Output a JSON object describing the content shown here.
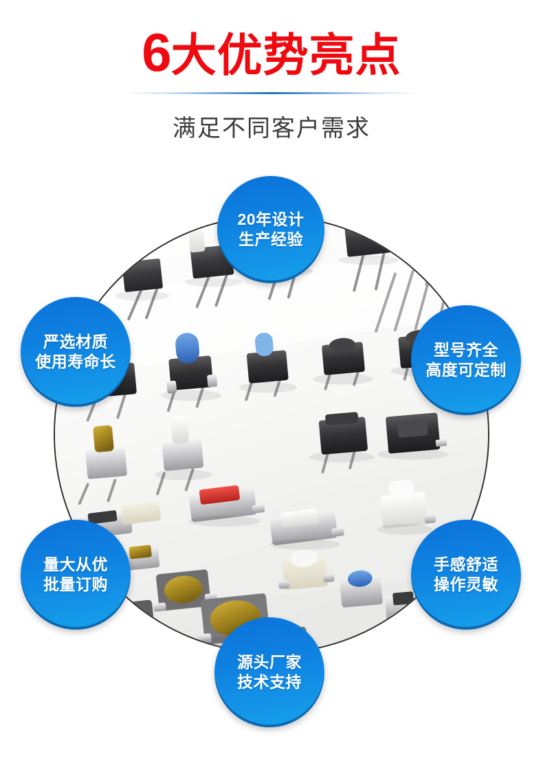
{
  "header": {
    "title_number": "6",
    "title_rest": "大优势亮点",
    "title_full": "6大优势亮点",
    "subtitle": "满足不同客户需求",
    "title_color": "#ee0a10",
    "subtitle_color": "#3b3b3d",
    "divider_color": "#1a73c4"
  },
  "photo": {
    "alt_description": "白色背景上排列的多种轻触开关样品",
    "shape": "circle",
    "border_color": "#2b2b2b"
  },
  "badges": {
    "accent_top": "#0b71d9",
    "accent_bottom": "#17a2ec",
    "text_color": "#ffffff",
    "items": [
      {
        "id": "experience",
        "line1": "20年设计",
        "line2": "生产经验",
        "position": "top"
      },
      {
        "id": "materials",
        "line1": "严选材质",
        "line2": "使用寿命长",
        "position": "left-upper"
      },
      {
        "id": "models",
        "line1": "型号齐全",
        "line2": "高度可定制",
        "position": "right-upper"
      },
      {
        "id": "bulk-order",
        "line1": "量大从优",
        "line2": "批量订购",
        "position": "left-lower"
      },
      {
        "id": "feel",
        "line1": "手感舒适",
        "line2": "操作灵敏",
        "position": "right-lower"
      },
      {
        "id": "factory",
        "line1": "源头厂家",
        "line2": "技术支持",
        "position": "bottom"
      }
    ]
  }
}
